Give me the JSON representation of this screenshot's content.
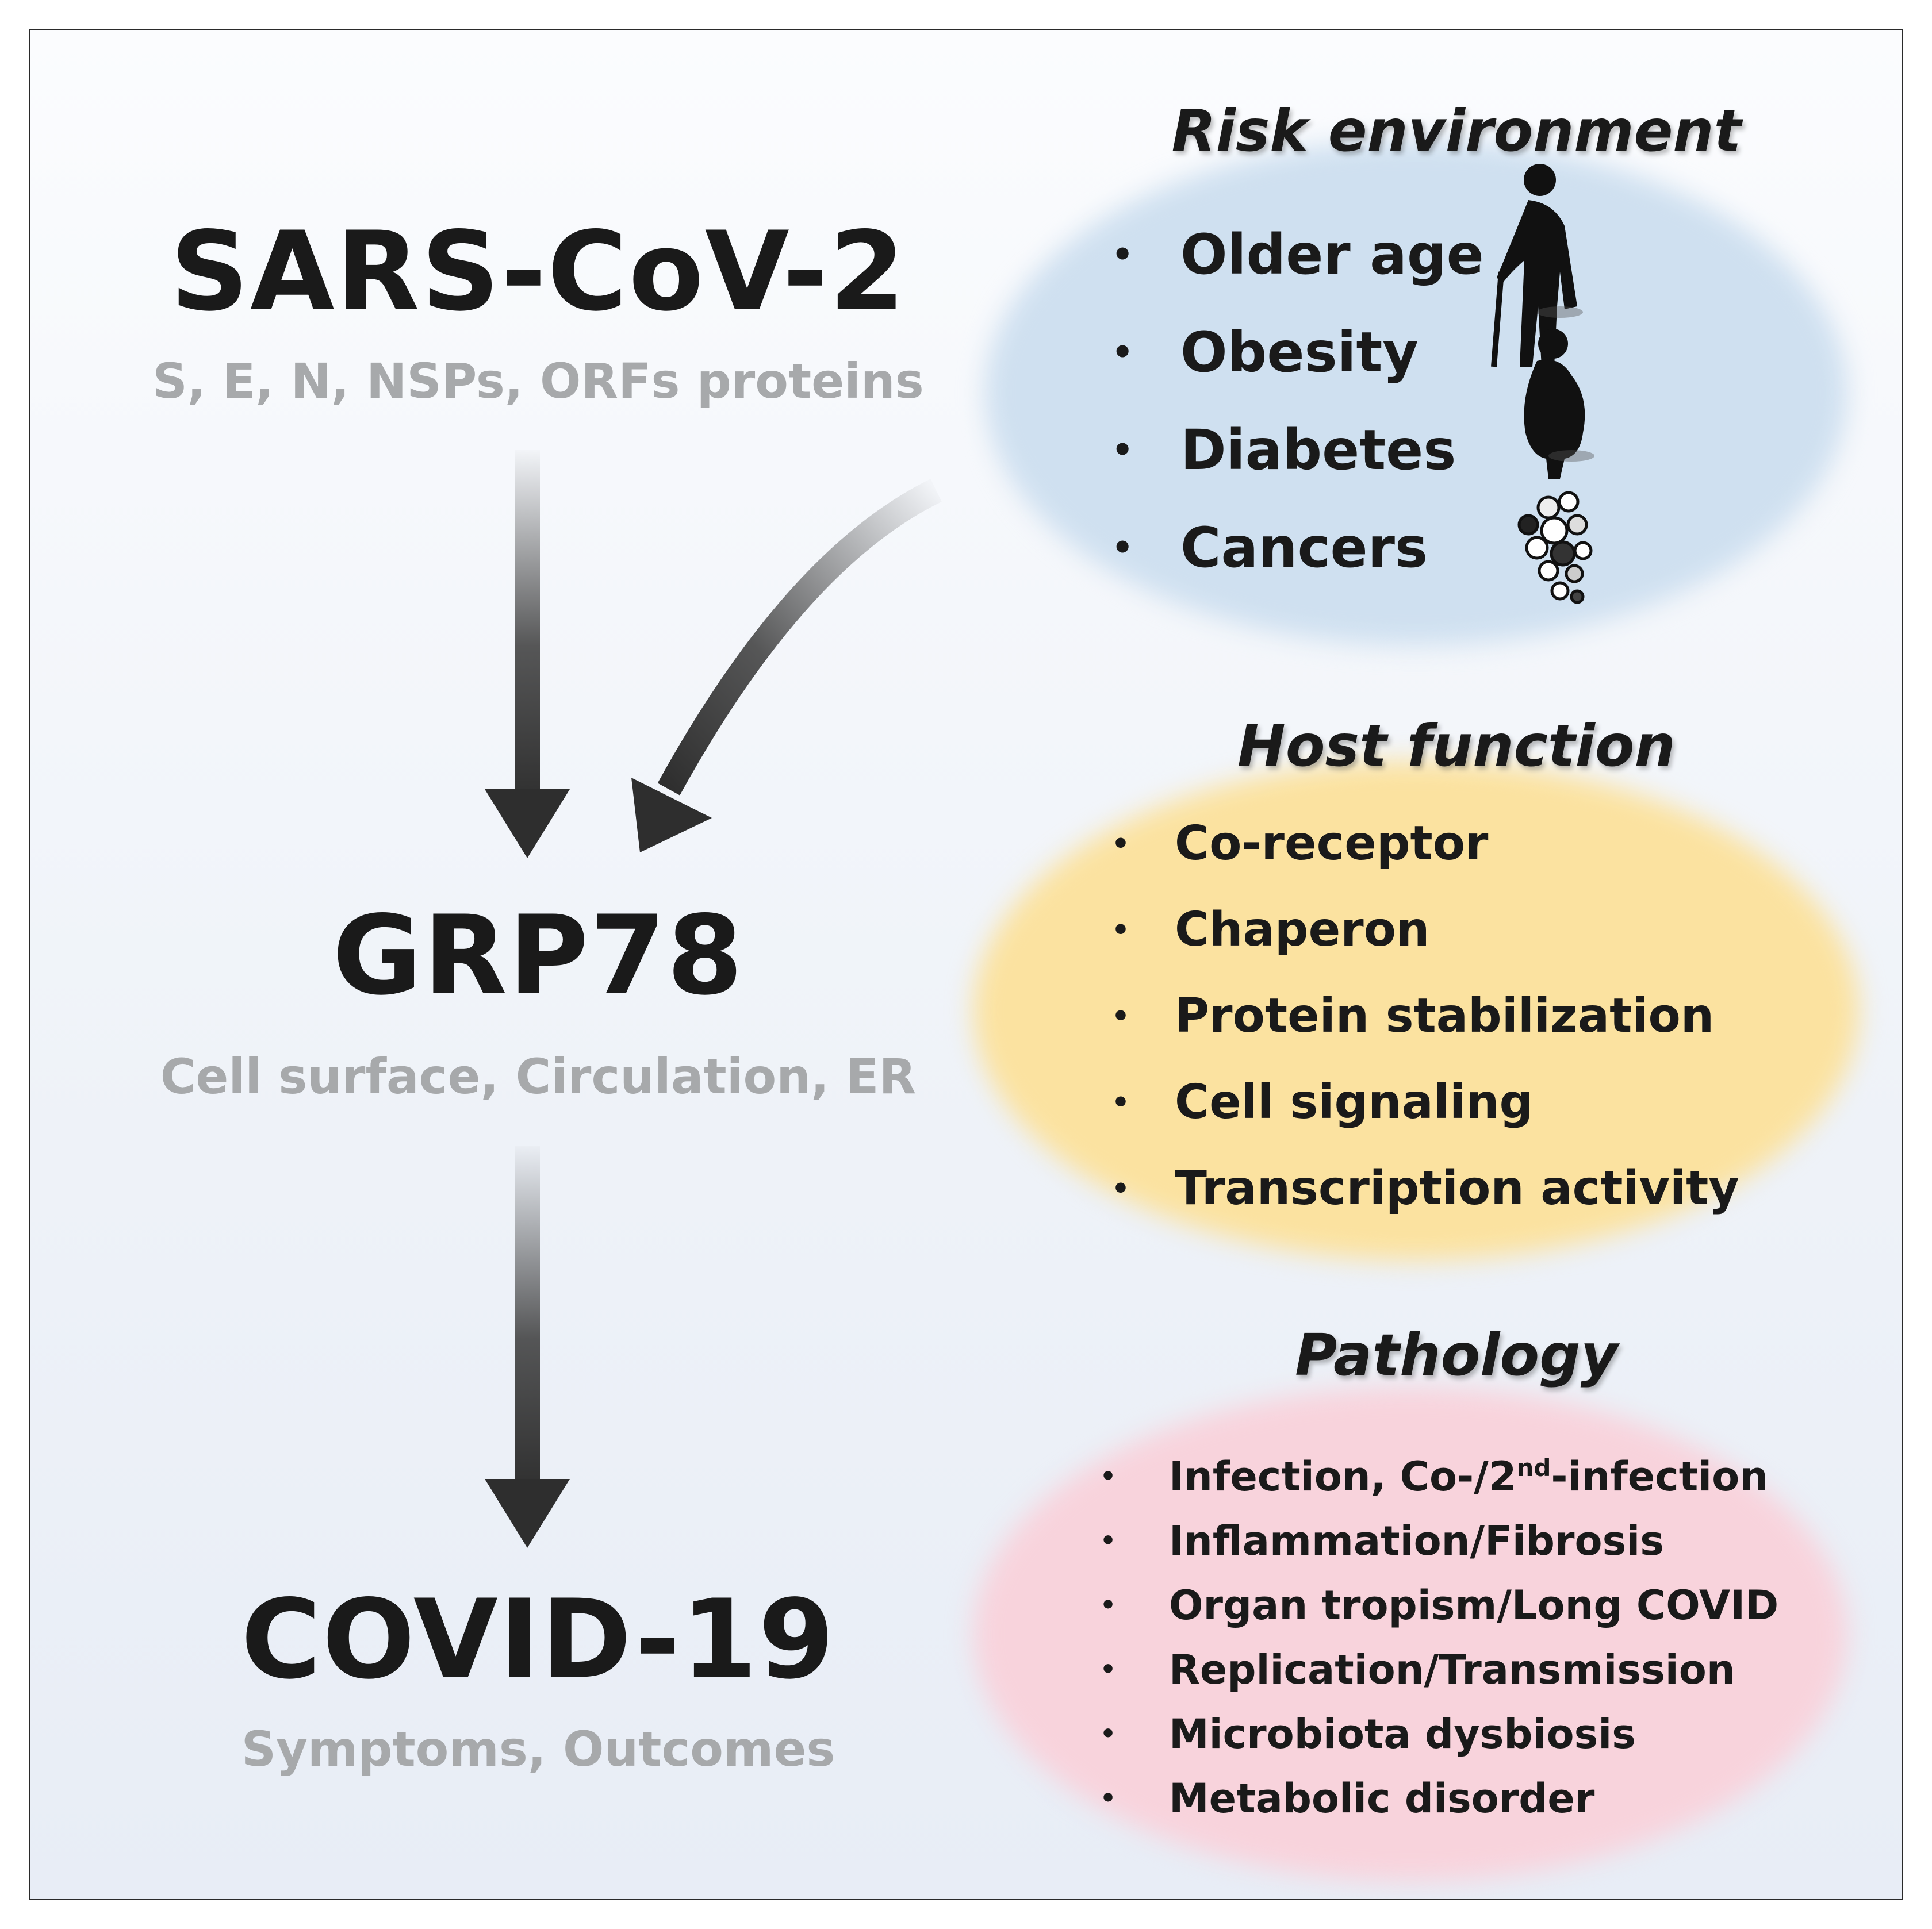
{
  "flow": {
    "virus": {
      "title": "SARS-CoV-2",
      "subtitle": "S, E, N, NSPs, ORFs proteins"
    },
    "host": {
      "title": "GRP78",
      "subtitle": "Cell surface, Circulation, ER"
    },
    "disease": {
      "title": "COVID-19",
      "subtitle": "Symptoms, Outcomes"
    }
  },
  "risk": {
    "title": "Risk environment",
    "items": [
      {
        "label": "Older age",
        "icon": "elderly-person-icon"
      },
      {
        "label": "Obesity",
        "icon": "obese-person-icon"
      },
      {
        "label": "Diabetes",
        "icon": "obese-person-icon"
      },
      {
        "label": "Cancers",
        "icon": "cancer-cells-icon"
      }
    ],
    "color": "#cfe0f0"
  },
  "host_function": {
    "title": "Host function",
    "items": [
      "Co-receptor",
      "Chaperon",
      "Protein stabilization",
      "Cell signaling",
      "Transcription activity"
    ],
    "color": "#fbe2a0"
  },
  "pathology": {
    "title": "Pathology",
    "items": [
      {
        "pre": "Infection, Co-/2",
        "sup": "nd",
        "post": "-infection"
      },
      {
        "pre": "Inflammation/Fibrosis"
      },
      {
        "pre": "Organ tropism/Long COVID"
      },
      {
        "pre": "Replication/Transmission"
      },
      {
        "pre": "Microbiota dysbiosis"
      },
      {
        "pre": "Metabolic disorder"
      }
    ],
    "color": "#f8d3dc"
  },
  "bullet": "•"
}
